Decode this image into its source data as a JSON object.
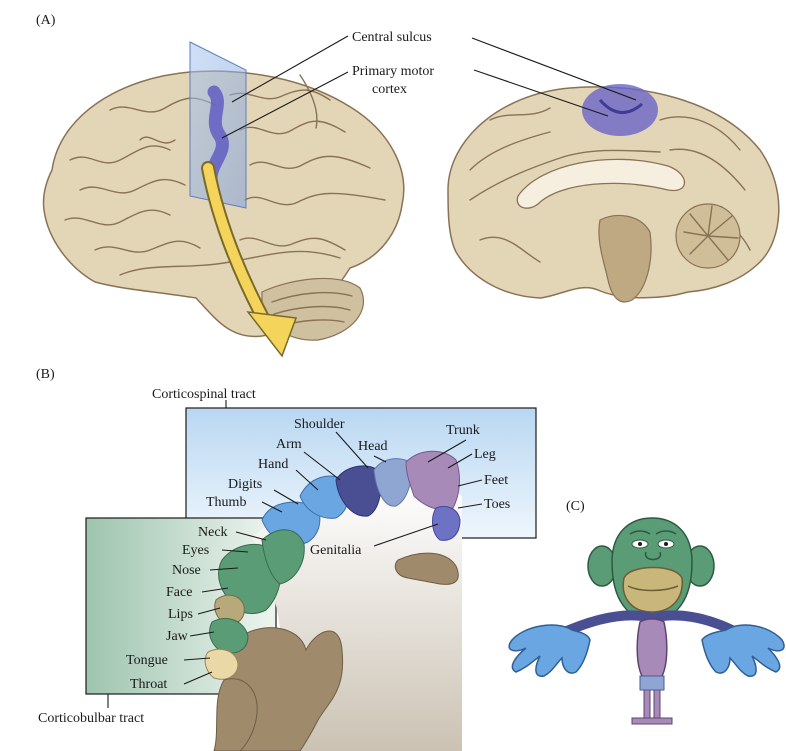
{
  "panels": {
    "a": "(A)",
    "b": "(B)",
    "c": "(C)"
  },
  "panel_a": {
    "central_sulcus": "Central sulcus",
    "motor_line1": "Primary motor",
    "motor_line2": "cortex"
  },
  "panel_b": {
    "corticospinal": "Corticospinal tract",
    "corticobulbar": "Corticobulbar tract",
    "body_parts": {
      "shoulder": "Shoulder",
      "trunk": "Trunk",
      "arm": "Arm",
      "head": "Head",
      "leg": "Leg",
      "hand": "Hand",
      "feet": "Feet",
      "digits": "Digits",
      "thumb": "Thumb",
      "toes": "Toes",
      "neck": "Neck",
      "genitalia": "Genitalia",
      "eyes": "Eyes",
      "nose": "Nose",
      "face": "Face",
      "lips": "Lips",
      "jaw": "Jaw",
      "tongue": "Tongue",
      "throat": "Throat"
    }
  },
  "colors": {
    "brain": "#e3d6b6",
    "cortex_band": "#7a74cc",
    "arrow": "#f4d45a",
    "face_green": "#5a9c76",
    "hand_blue": "#6aa6e2",
    "arm_navy": "#4a4f94",
    "trunk_purple": "#a88ab8",
    "tissue_tan": "#a08a6c",
    "box_blue": "#cfe4f7",
    "box_green": "#b8d6c4"
  }
}
